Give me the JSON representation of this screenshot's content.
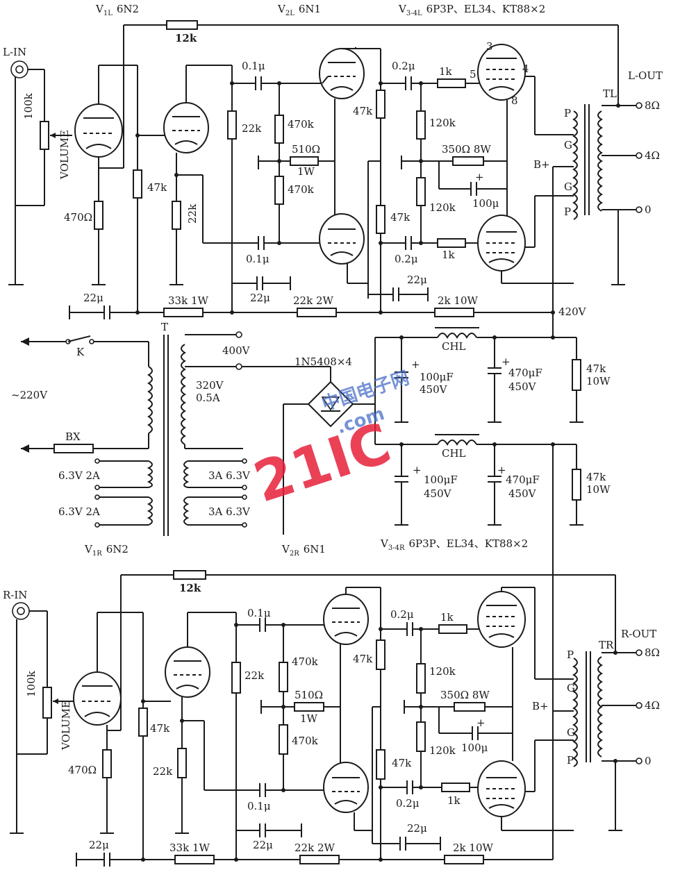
{
  "left_channel": {
    "v1_label": "V",
    "v1_sub": "1L",
    "v1_type": "6N2",
    "v2_label": "V",
    "v2_sub": "2L",
    "v2_type": "6N1",
    "v34_label": "V",
    "v34_sub": "3-4L",
    "v34_type": "6P3P、EL34、KT88×2",
    "input": "L-IN",
    "output": "L-OUT",
    "transformer": "TL",
    "volume": "VOLUME",
    "pot": "100k",
    "r_fb": "12k",
    "c_in": "0.1μ",
    "c_in2": "0.1μ",
    "c_out": "0.2μ",
    "c_out2": "0.2μ",
    "r_cath1": "470Ω",
    "r_pl1": "47k",
    "r_pl2": "22k",
    "r_cath2": "22k",
    "r_grid_a": "470k",
    "r_grid_b": "470k",
    "r_tail": "510Ω",
    "r_tail_w": "1W",
    "r_pl3a": "47k",
    "r_pl3b": "47k",
    "r_g3a": "1k",
    "r_g3b": "1k",
    "r_bias_a": "120k",
    "r_bias_b": "120k",
    "r_k": "350Ω 8W",
    "c_k": "100μ",
    "c_dec1": "22μ",
    "c_dec2": "22μ",
    "c_dec3": "22μ",
    "r_dec1": "33k 1W",
    "r_dec2": "22k 2W",
    "r_dec3": "2k 10W",
    "pin3": "3",
    "pin4": "4",
    "pin5": "5",
    "pin8": "8",
    "tap_p": "P",
    "tap_g": "G",
    "tap_bplus": "B+",
    "tap_8": "8Ω",
    "tap_4": "4Ω",
    "tap_0": "0"
  },
  "power": {
    "hv": "420V",
    "switch": "K",
    "mains": "~220V",
    "fuse": "BX",
    "xfmr": "T",
    "tap_400": "400V",
    "tap_320": "320V",
    "tap_320_i": "0.5A",
    "rect": "1N5408×4",
    "choke_a": "CHL",
    "choke_b": "CHL",
    "c1a": "100μF",
    "c1a_v": "450V",
    "c2a": "470μF",
    "c2a_v": "450V",
    "c1b": "100μF",
    "c1b_v": "450V",
    "c2b": "470μF",
    "c2b_v": "450V",
    "bleed_a": "47k",
    "bleed_a_w": "10W",
    "bleed_b": "47k",
    "bleed_b_w": "10W",
    "fil1": "6.3V 2A",
    "fil2": "6.3V 2A",
    "fil3": "3A 6.3V",
    "fil4": "3A 6.3V"
  },
  "right_channel": {
    "v1_label": "V",
    "v1_sub": "1R",
    "v1_type": "6N2",
    "v2_label": "V",
    "v2_sub": "2R",
    "v2_type": "6N1",
    "v34_label": "V",
    "v34_sub": "3-4R",
    "v34_type": "6P3P、EL34、KT88×2",
    "input": "R-IN",
    "output": "R-OUT",
    "transformer": "TR",
    "volume": "VOLUME",
    "pot": "100k",
    "r_fb": "12k",
    "c_in": "0.1μ",
    "c_in2": "0.1μ",
    "c_out": "0.2μ",
    "c_out2": "0.2μ",
    "r_cath1": "470Ω",
    "r_pl1": "47k",
    "r_pl2": "22k",
    "r_cath2": "22k",
    "r_grid_a": "470k",
    "r_grid_b": "470k",
    "r_tail": "510Ω",
    "r_tail_w": "1W",
    "r_pl3a": "47k",
    "r_pl3b": "47k",
    "r_g3a": "1k",
    "r_g3b": "1k",
    "r_bias_a": "120k",
    "r_bias_b": "120k",
    "r_k": "350Ω 8W",
    "c_k": "100μ",
    "c_dec1": "22μ",
    "c_dec2": "22μ",
    "c_dec3": "22μ",
    "r_dec1": "33k 1W",
    "r_dec2": "22k 2W",
    "r_dec3": "2k 10W",
    "tap_p": "P",
    "tap_g": "G",
    "tap_bplus": "B+",
    "tap_8": "8Ω",
    "tap_4": "4Ω",
    "tap_0": "0"
  },
  "watermark": {
    "main": "21IC",
    "sub": "中国电子网",
    "domain": ".com"
  }
}
